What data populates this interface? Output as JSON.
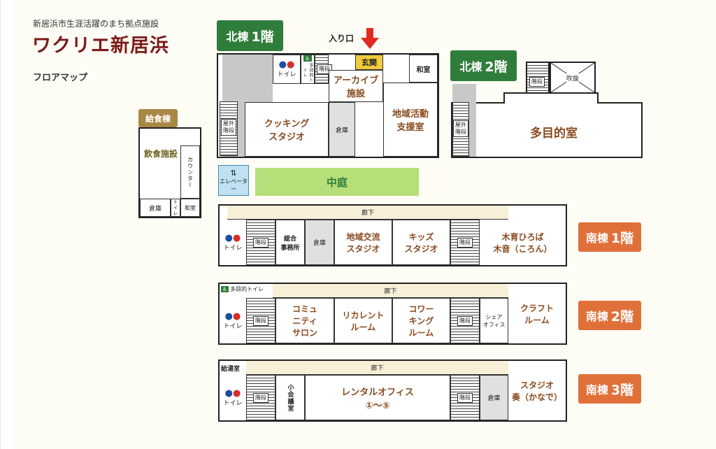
{
  "header": {
    "subtitle": "新居浜市生涯活躍のまち拠点施設",
    "title": "ワクリエ新居浜",
    "map_label": "フロアマップ"
  },
  "badges": {
    "north1_name": "北棟",
    "north1_floor": "1階",
    "north2_name": "北棟",
    "north2_floor": "2階",
    "south1_name": "南棟",
    "south1_floor": "1階",
    "south2_name": "南棟",
    "south2_floor": "2階",
    "south3_name": "南棟",
    "south3_floor": "3階",
    "cafeteria": "給食棟"
  },
  "entrance": {
    "label": "入り口",
    "genkan": "玄関"
  },
  "north1": {
    "toilet": "トイレ",
    "multi_toilet": "多目的トイレ",
    "stairs": "階段",
    "archive": "アーカイブ\n施設",
    "washitsu": "和室",
    "community": "地域活動\n支援室",
    "outdoor_stairs": "屋外\n階段",
    "cooking": "クッキング\nスタジオ",
    "storage": "倉庫"
  },
  "north2": {
    "stairs": "階段",
    "fukinuke": "吹抜",
    "outdoor_stairs": "屋外\n階段",
    "hall": "多目的室"
  },
  "cafeteria": {
    "dining": "飲食施設",
    "counter": "カウンター",
    "storage": "倉庫",
    "toilet": "トイレ",
    "washitsu": "和室"
  },
  "elevator": "エレベーター",
  "courtyard": "中庭",
  "south1": {
    "corridor": "廊下",
    "toilet": "トイレ",
    "stairs": "階段",
    "office": "総合\n事務所",
    "storage": "倉庫",
    "exchange": "地域交流\nスタジオ",
    "kids": "キッズ\nスタジオ",
    "stairs2": "階段",
    "plaza": "木育ひろば\n木音（ころん）"
  },
  "south2": {
    "multi_toilet": "多目的トイレ",
    "corridor": "廊下",
    "toilet": "トイレ",
    "stairs": "階段",
    "salon": "コミュ\nニティ\nサロン",
    "recurrent": "リカレント\nルーム",
    "coworking": "コワー\nキング\nルーム",
    "stairs2": "階段",
    "share": "シェア\nオフィス",
    "craft": "クラフト\nルーム"
  },
  "south3": {
    "kitchen": "給湯室",
    "corridor": "廊下",
    "toilet": "トイレ",
    "stairs": "階段",
    "meeting": "小会議室",
    "rental": "レンタルオフィス\n①〜⑤",
    "stairs2": "階段",
    "storage": "倉庫",
    "studio": "スタジオ\n奏（かなで）"
  },
  "colors": {
    "green": "#2f7d3a",
    "orange": "#e0703a",
    "tan": "#a98745",
    "title": "#7a1b19",
    "room_text": "#8a4b1f",
    "courtyard": "#b6df7a"
  }
}
